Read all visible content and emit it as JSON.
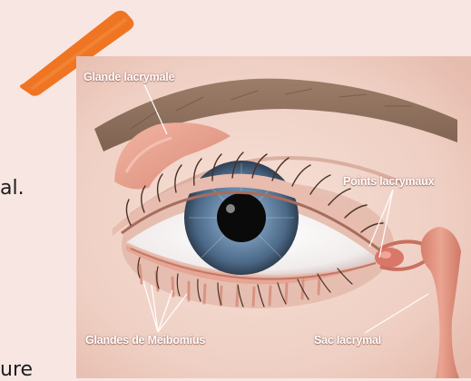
{
  "slide": {
    "side_text_top": "al.",
    "side_text_bottom": "ure"
  },
  "diagram": {
    "labels": {
      "glande_lacrymale": "Glande lacrymale",
      "points_lacrymaux": "Points lacrymaux",
      "glandes_meibomius": "Glandes de Meibomius",
      "sac_lacrymal": "Sac lacrymal"
    }
  },
  "colors": {
    "background": "#f8e6e3",
    "marker": "#f07522",
    "skin": "#f3d9cf",
    "iris": "#5d7fa0",
    "label_text": "#ffffff"
  }
}
